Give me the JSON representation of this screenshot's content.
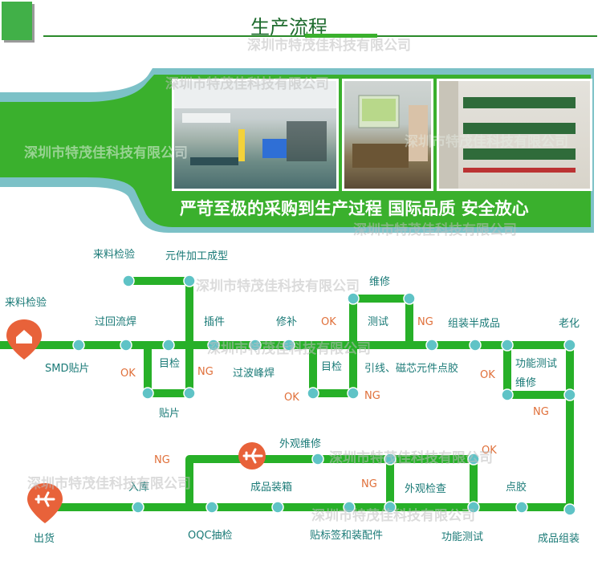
{
  "header": {
    "title": "生产流程",
    "banner_slogan": "严苛至极的采购到生产过程 国际品质 安全放心"
  },
  "watermark_text": "深圳市特茂佳科技有限公司",
  "colors": {
    "line_green": "#27b028",
    "banner_green": "#3ab02d",
    "teal_stripe": "#7cc1c7",
    "node_fill": "#5fc3c6",
    "pin_orange": "#e8623a",
    "label_teal": "#1a7a77",
    "label_orange": "#e0703a"
  },
  "icons": {
    "start_pin": "home-icon",
    "mid_pin": "airplane-icon",
    "end_pin": "airplane-icon"
  },
  "flow_labels": {
    "incoming_inspection_top": "来料检验",
    "component_forming": "元件加工成型",
    "incoming_inspection_left": "来料检验",
    "reflow_soldering": "过回流焊",
    "smd_mount": "SMD贴片",
    "ok1": "OK",
    "visual_check1": "目检",
    "ng1": "NG",
    "patch": "贴片",
    "insert": "插件",
    "wave_soldering": "过波峰焊",
    "repair": "修补",
    "ok2": "OK",
    "visual_check2": "目检",
    "ok3": "OK",
    "ng2": "NG",
    "maintenance1": "维修",
    "test": "测试",
    "ng3": "NG",
    "lead_dispense": "引线、磁芯元件点胶",
    "assemble_semi": "组装半成品",
    "ok4": "OK",
    "function_test": "功能测试",
    "maintenance2": "维修",
    "aging": "老化",
    "ng4": "NG",
    "appearance_repair": "外观维修",
    "ok5": "OK",
    "ng5": "NG",
    "storage": "入库",
    "finished_boxing": "成品装箱",
    "ng6": "NG",
    "appearance_check": "外观检查",
    "dispense": "点胶",
    "ship": "出货",
    "oqc": "OQC抽检",
    "label_accessories": "贴标签和装配件",
    "function_test2": "功能测试",
    "finished_assembly": "成品组装"
  }
}
